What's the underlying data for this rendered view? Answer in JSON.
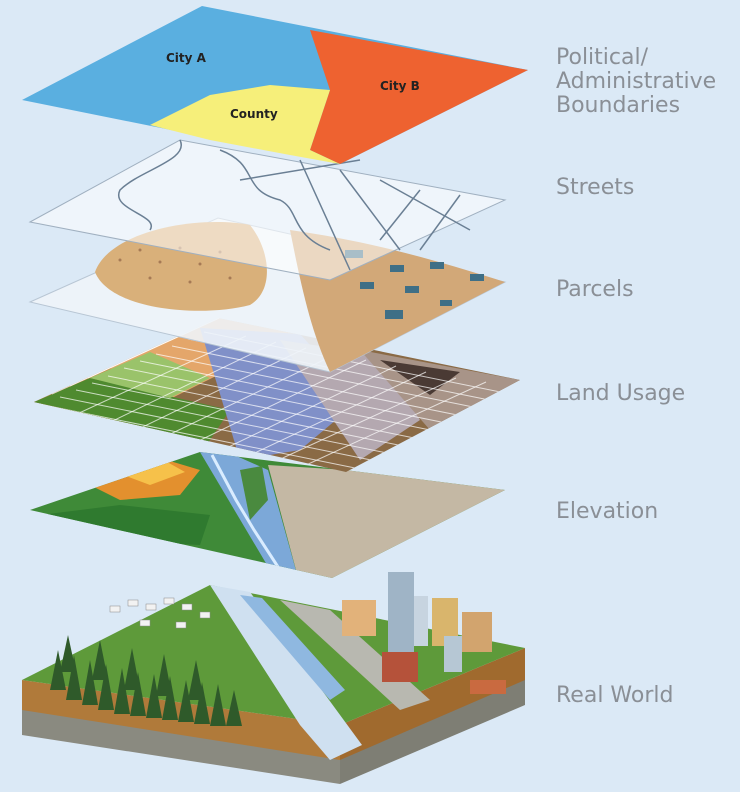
{
  "colors": {
    "background": "#dbe9f6",
    "city_a": "#5aafe0",
    "county": "#f6ef7a",
    "city_b": "#ee6230",
    "label_text": "#8a8f96"
  },
  "layers": [
    {
      "id": "political",
      "label": "Political/\nAdministrative\nBoundaries"
    },
    {
      "id": "streets",
      "label": "Streets"
    },
    {
      "id": "parcels",
      "label": "Parcels"
    },
    {
      "id": "land_usage",
      "label": "Land Usage"
    },
    {
      "id": "elevation",
      "label": "Elevation"
    },
    {
      "id": "real_world",
      "label": "Real World"
    }
  ],
  "regions": {
    "city_a": "City A",
    "county": "County",
    "city_b": "City B"
  }
}
